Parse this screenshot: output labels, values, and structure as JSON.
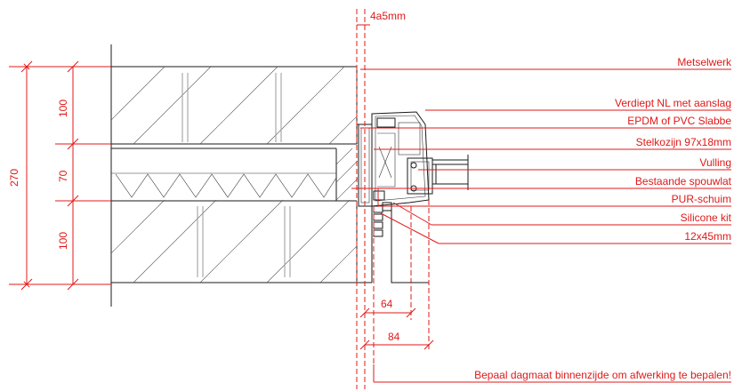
{
  "colors": {
    "annotation": "#e01818",
    "linework": "#1a1a1a"
  },
  "top_dimension": "4a5mm",
  "labels": [
    "Metselwerk",
    "Verdiept NL met aanslag",
    "EPDM of PVC Slabbe",
    "Stelkozijn 97x18mm",
    "Vulling",
    "Bestaande spouwlat",
    "PUR-schuim",
    "Silicone kit",
    "12x45mm"
  ],
  "vertical_dims": {
    "total": "270",
    "top": "100",
    "middle": "70",
    "bottom": "100"
  },
  "horizontal_dims": {
    "inner": "64",
    "outer": "84"
  },
  "footer_note": "Bepaal dagmaat binnenzijde  om afwerking te bepalen!"
}
